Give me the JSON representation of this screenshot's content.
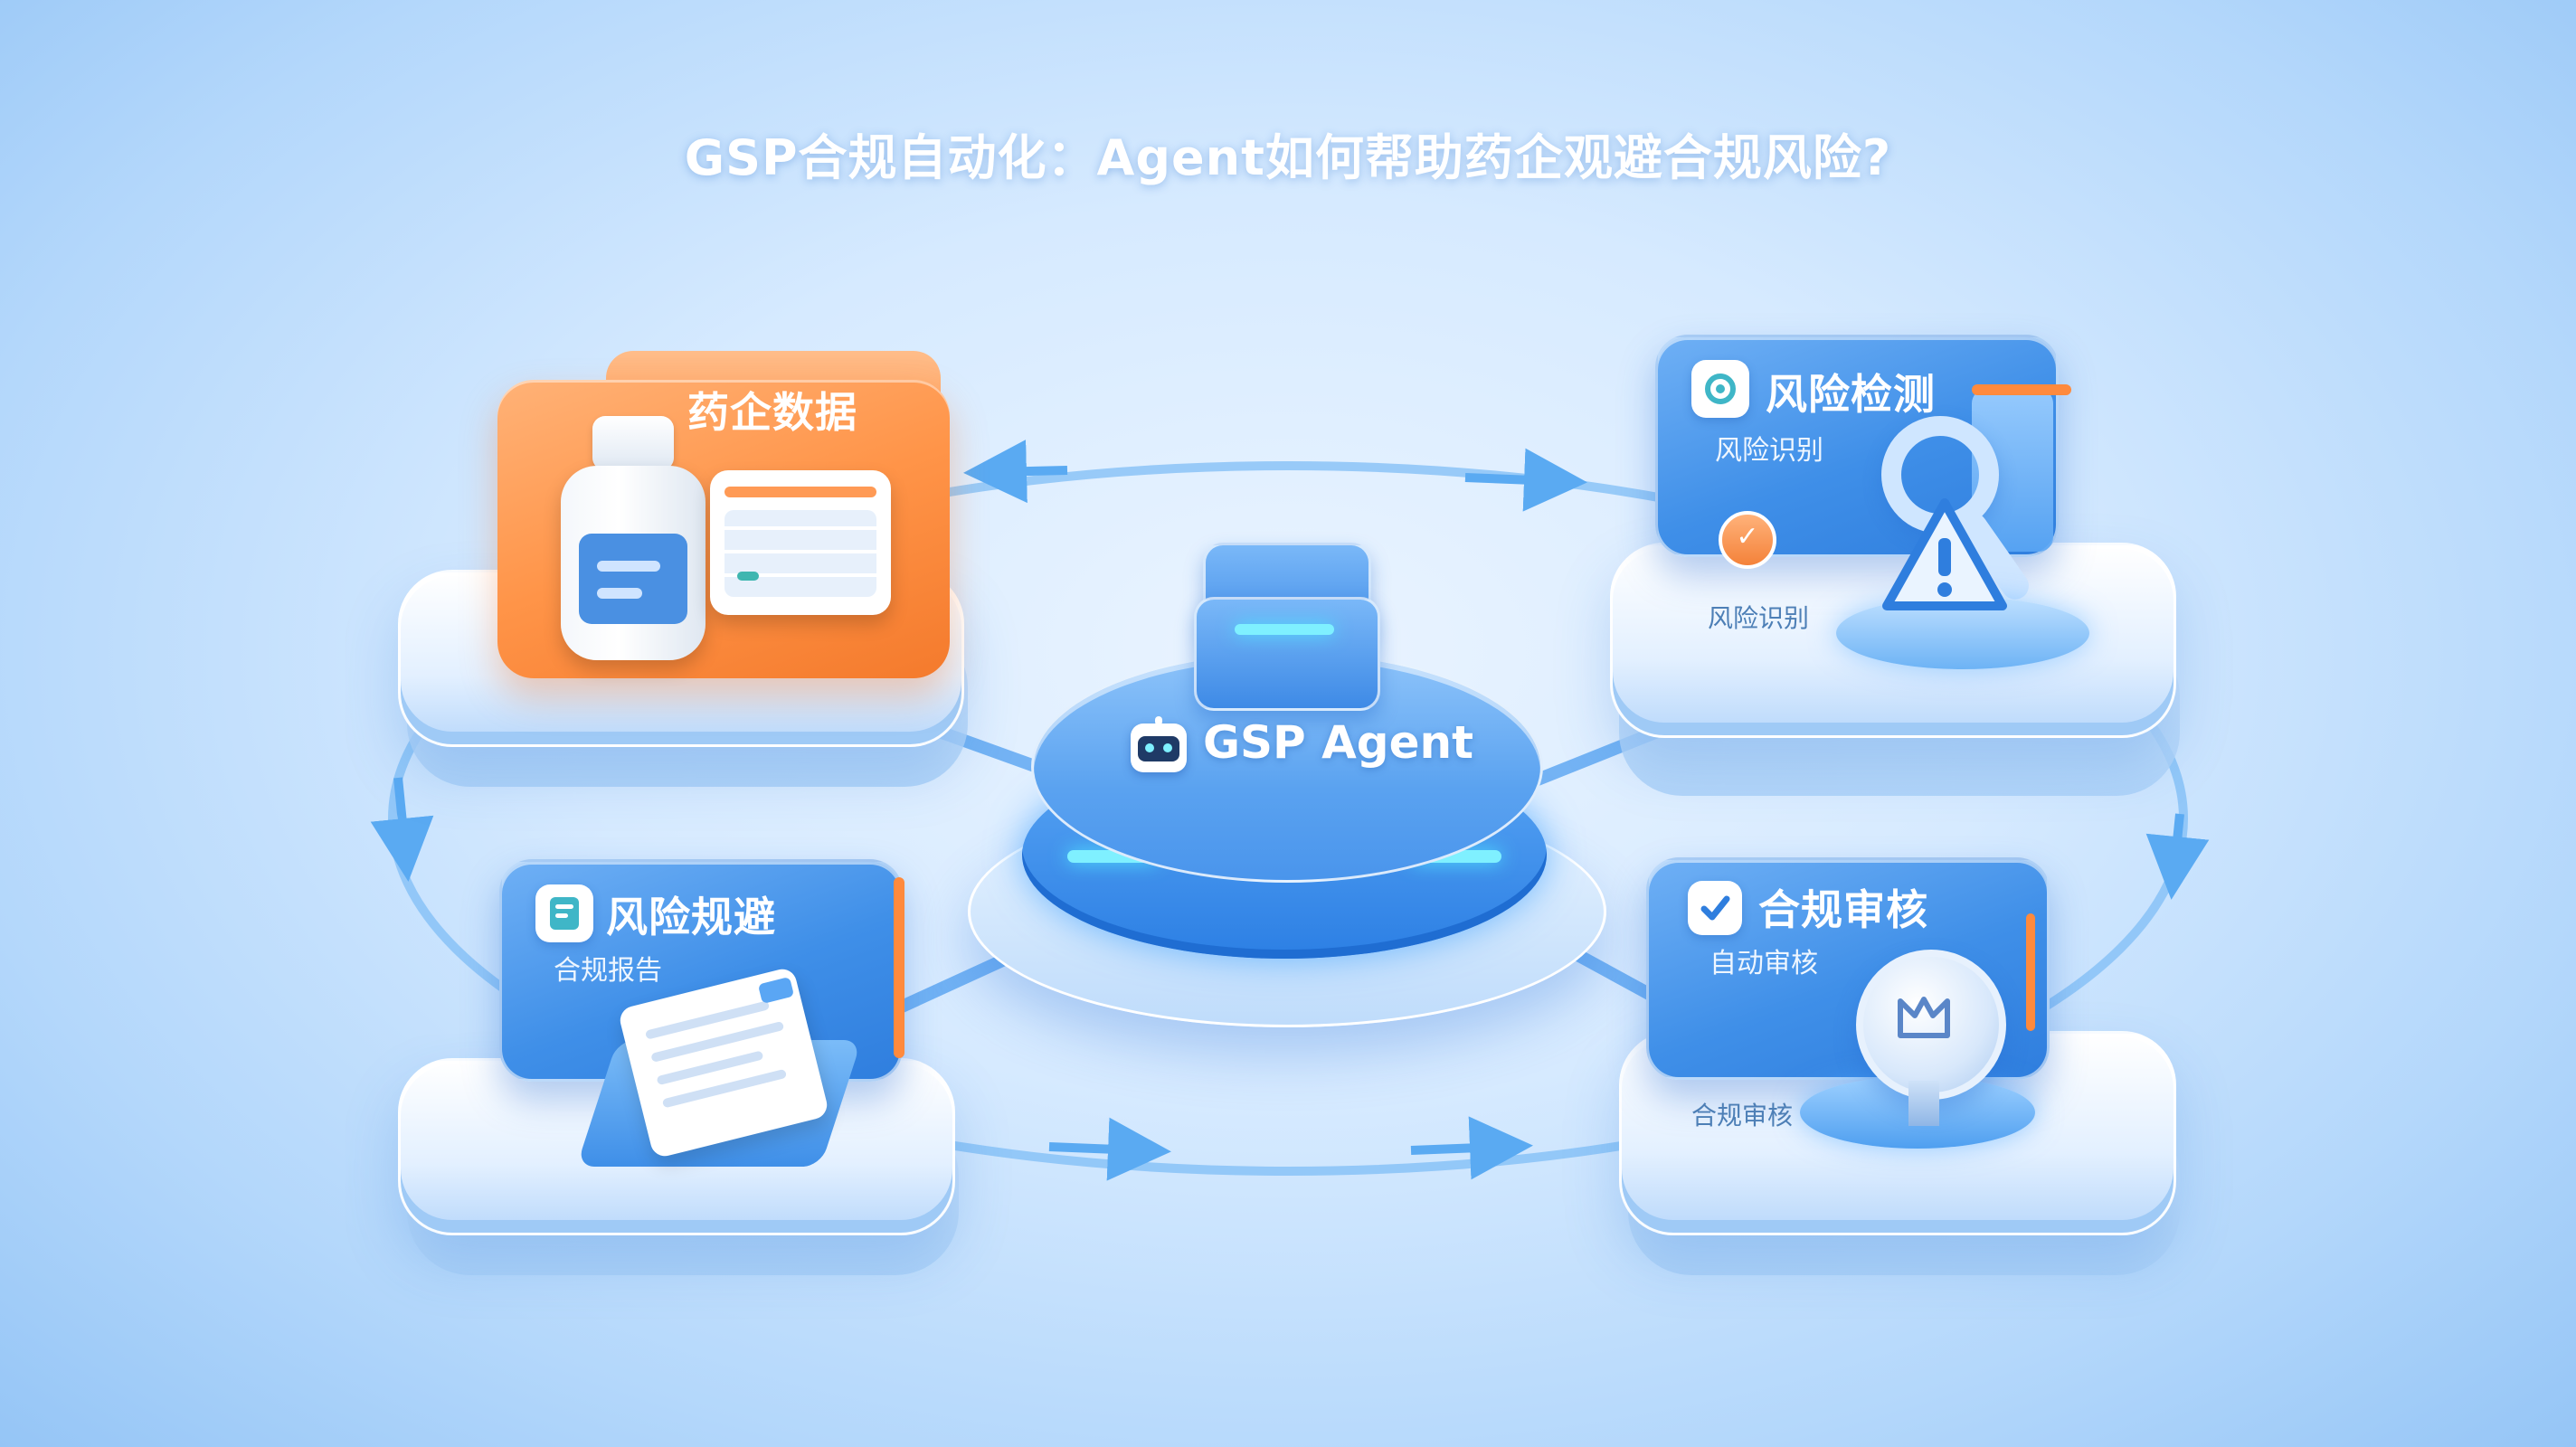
{
  "title": "GSP合规自动化：Agent如何帮助药企观避合规风险?",
  "hub": {
    "label": "GSP Agent",
    "icon": "robot-icon"
  },
  "nodes": {
    "data": {
      "title": "药企数据",
      "icon": "medicine-bottle-icon"
    },
    "detect": {
      "title": "风险检测",
      "subtitle": "风险识别",
      "platform_label": "风险识别",
      "icon": "radar-icon"
    },
    "avoid": {
      "title": "风险规避",
      "subtitle": "合规报告",
      "platform_label": "",
      "icon": "report-icon"
    },
    "audit": {
      "title": "合规审核",
      "subtitle": "自动审核",
      "platform_label": "合规审核",
      "icon": "checkbox-icon"
    }
  },
  "colors": {
    "accent": "#3f8fe8",
    "orange": "#ff9448",
    "flow": "#5aaaf2"
  }
}
